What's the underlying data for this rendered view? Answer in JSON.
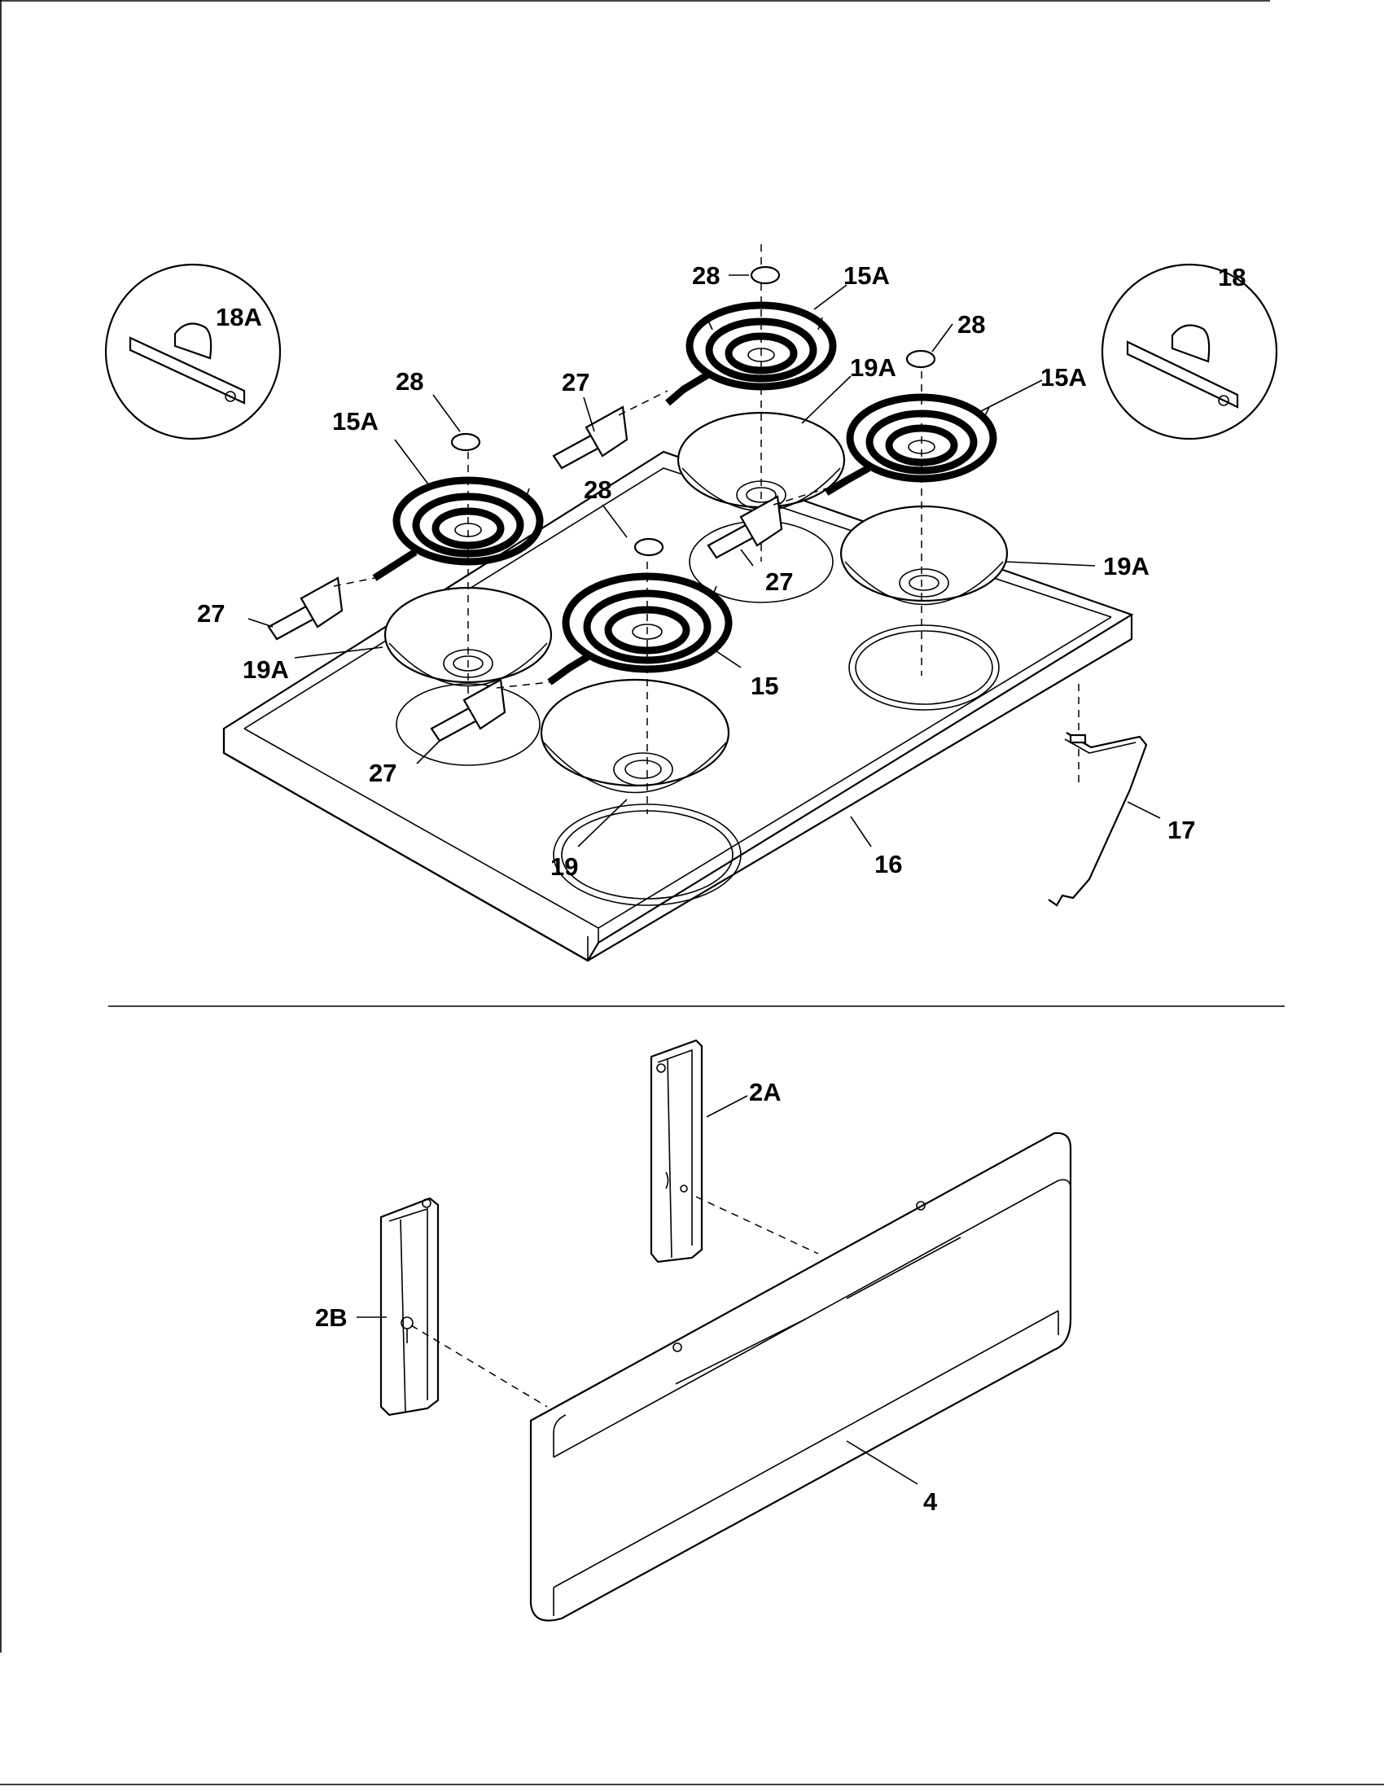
{
  "diagram": {
    "callouts": {
      "p28_top": "28",
      "p15a_top": "15A",
      "p28_right": "28",
      "p18": "18",
      "p18a": "18A",
      "p28_left": "28",
      "p27_top": "27",
      "p19a_top": "19A",
      "p15a_right": "15A",
      "p15a_left": "15A",
      "p28_center": "28",
      "p27_right": "27",
      "p19a_right": "19A",
      "p27_left": "27",
      "p19a_left": "19A",
      "p15": "15",
      "p27_bottom": "27",
      "p19": "19",
      "p16": "16",
      "p17": "17",
      "p2a": "2A",
      "p2b": "2B",
      "p4": "4"
    }
  }
}
